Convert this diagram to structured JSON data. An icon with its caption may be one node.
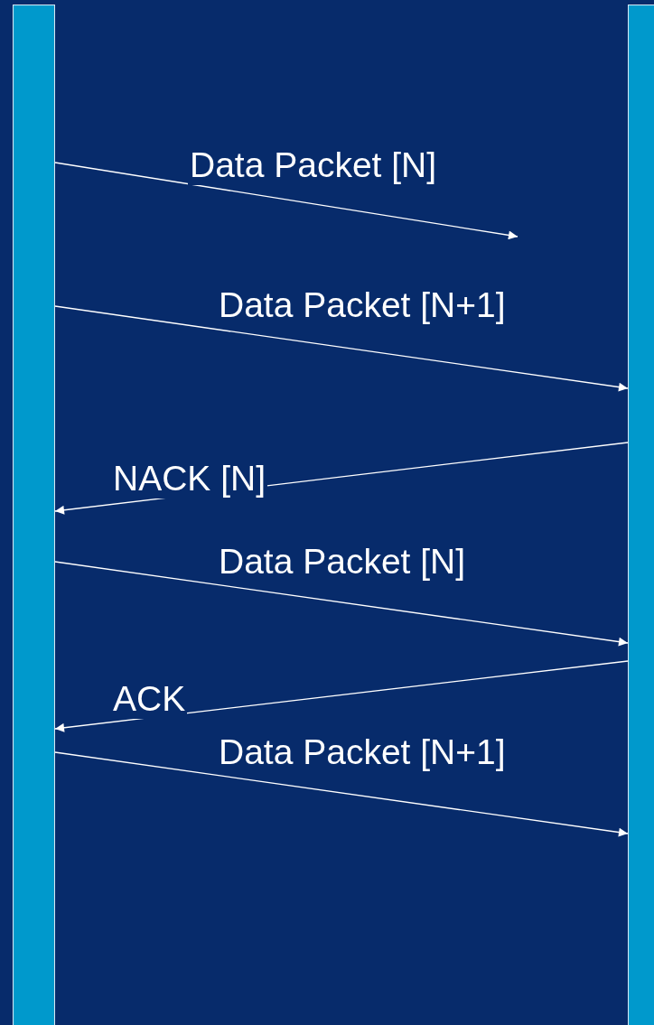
{
  "diagram": {
    "nodes": [
      {
        "text": [],
        "shape": "bar"
      },
      {
        "text": [],
        "shape": "bar"
      }
    ],
    "edges": [
      {
        "from": 0,
        "to": null,
        "arrow": "to",
        "label": "Data Packet [N]"
      },
      {
        "from": 0,
        "to": 1,
        "arrow": "to",
        "label": "Data Packet [N+1]"
      },
      {
        "from": 1,
        "to": 0,
        "arrow": "to",
        "label": "NACK [N]"
      },
      {
        "from": 0,
        "to": 1,
        "arrow": "to",
        "label": "Data Packet [N]"
      },
      {
        "from": 1,
        "to": 0,
        "arrow": "to",
        "label": "ACK"
      },
      {
        "from": 0,
        "to": 1,
        "arrow": "to",
        "label": "Data Packet [N+1]"
      }
    ]
  }
}
